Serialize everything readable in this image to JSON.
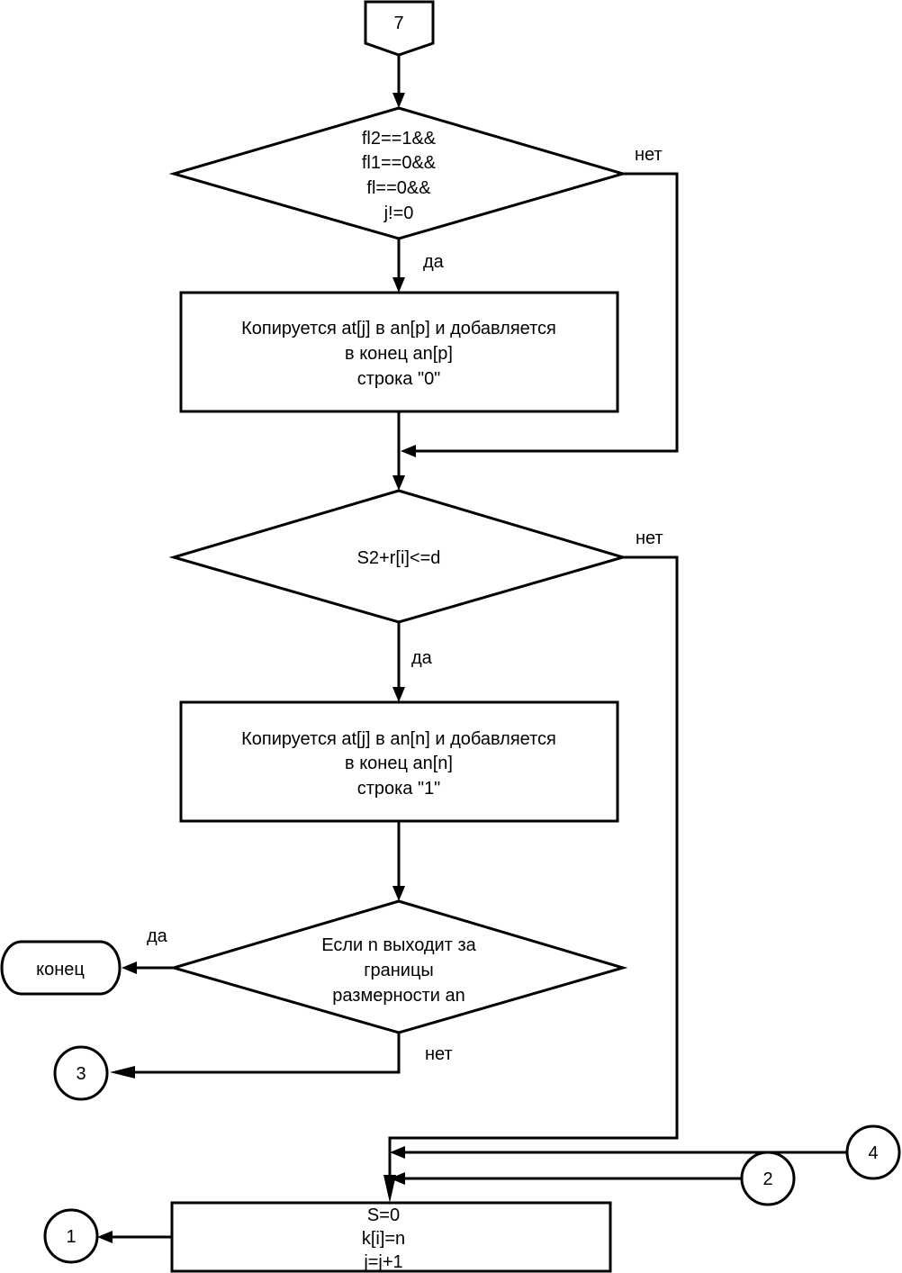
{
  "diagram": {
    "type": "flowchart",
    "entry_connector": {
      "label": "7"
    },
    "decision1": {
      "lines": [
        "fl2==1&&",
        "fl1==0&&",
        "fl==0&&",
        "j!=0"
      ],
      "yes_label": "да",
      "no_label": "нет"
    },
    "process1": {
      "lines": [
        "Копируется at[j] в an[p] и добавляется",
        "в конец an[p]",
        "строка \"0\""
      ]
    },
    "decision2": {
      "lines": [
        "S2+r[i]<=d"
      ],
      "yes_label": "да",
      "no_label": "нет"
    },
    "process2": {
      "lines": [
        "Копируется at[j] в an[n] и добавляется",
        "в конец an[n]",
        "строка \"1\""
      ]
    },
    "decision3": {
      "lines": [
        "Если n выходит за",
        "границы",
        "размерности an"
      ],
      "yes_label": "да",
      "no_label": "нет"
    },
    "terminator": {
      "label": "конец"
    },
    "connector3": {
      "label": "3"
    },
    "connector4": {
      "label": "4"
    },
    "connector2": {
      "label": "2"
    },
    "connector1": {
      "label": "1"
    },
    "process3": {
      "lines": [
        "S=0",
        "k[i]=n",
        "j=j+1"
      ]
    }
  }
}
